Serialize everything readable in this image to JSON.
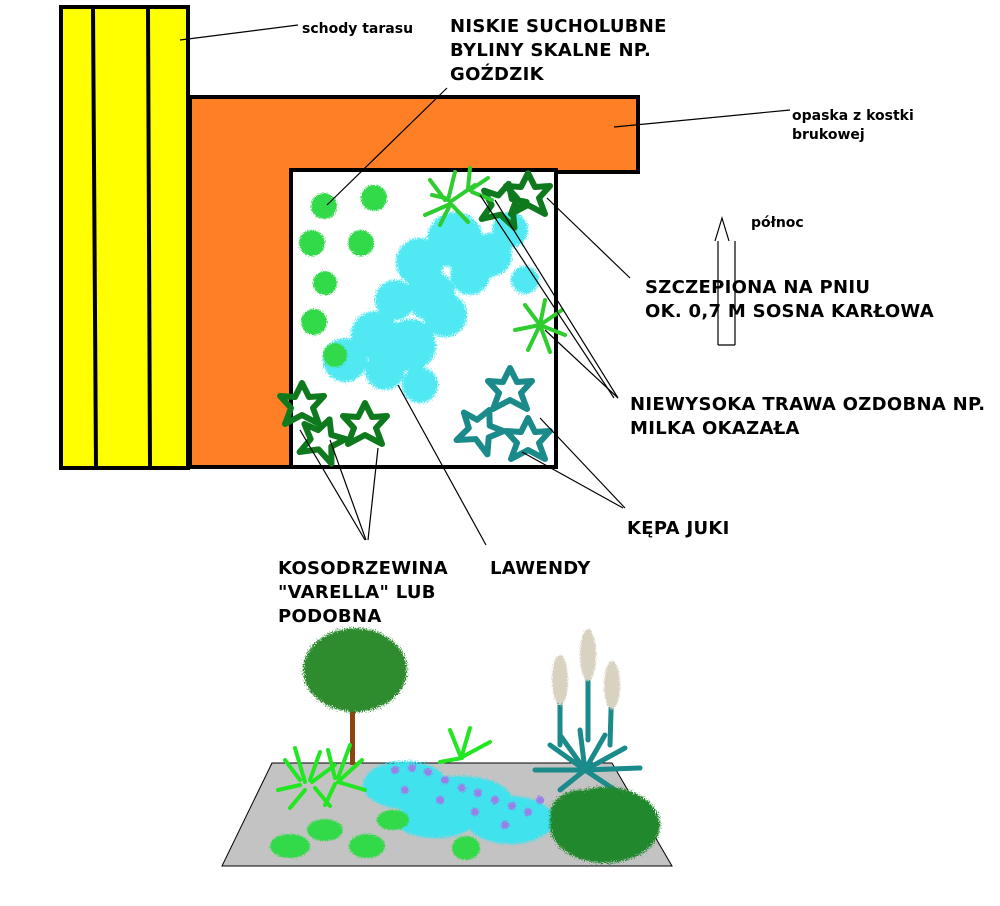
{
  "colors": {
    "stairs": "#ffff00",
    "border": "#ff7f27",
    "bed": "#ffffff",
    "outline": "#000000",
    "dianthus": "#22b14c",
    "lavender": "#00e5ee",
    "lavender_flower": "#9b7fe8",
    "mountain_pine": "#0e7a1d",
    "pine": "#21ff21",
    "grass": "#2ee02e",
    "yucca": "#1a8a8a",
    "gravel": "#c3c3c3",
    "tree_crown": "#2d8b2d",
    "trunk": "#8b4513",
    "plume": "#d8d2c0"
  },
  "icons": {
    "north_arrow": "north-arrow-icon"
  },
  "labels": {
    "stairs": "schody tarasu",
    "perennials": [
      "NISKIE SUCHOLUBNE",
      "BYLINY SKALNE NP.",
      "GOŹDZIK"
    ],
    "border": [
      "opaska z kostki",
      "brukowej"
    ],
    "north": "północ",
    "pine": [
      "SZCZEPIONA NA PNIU",
      "OK. 0,7 M SOSNA KARŁOWA"
    ],
    "grass": [
      "NIEWYSOKA TRAWA OZDOBNA NP.",
      "MILKA OKAZAŁA"
    ],
    "yucca": "KĘPA JUKI",
    "lavender": "LAWENDY",
    "mountain_pine": [
      "KOSODRZEWINA",
      "\"VARELLA\" LUB",
      "PODOBNA"
    ]
  }
}
